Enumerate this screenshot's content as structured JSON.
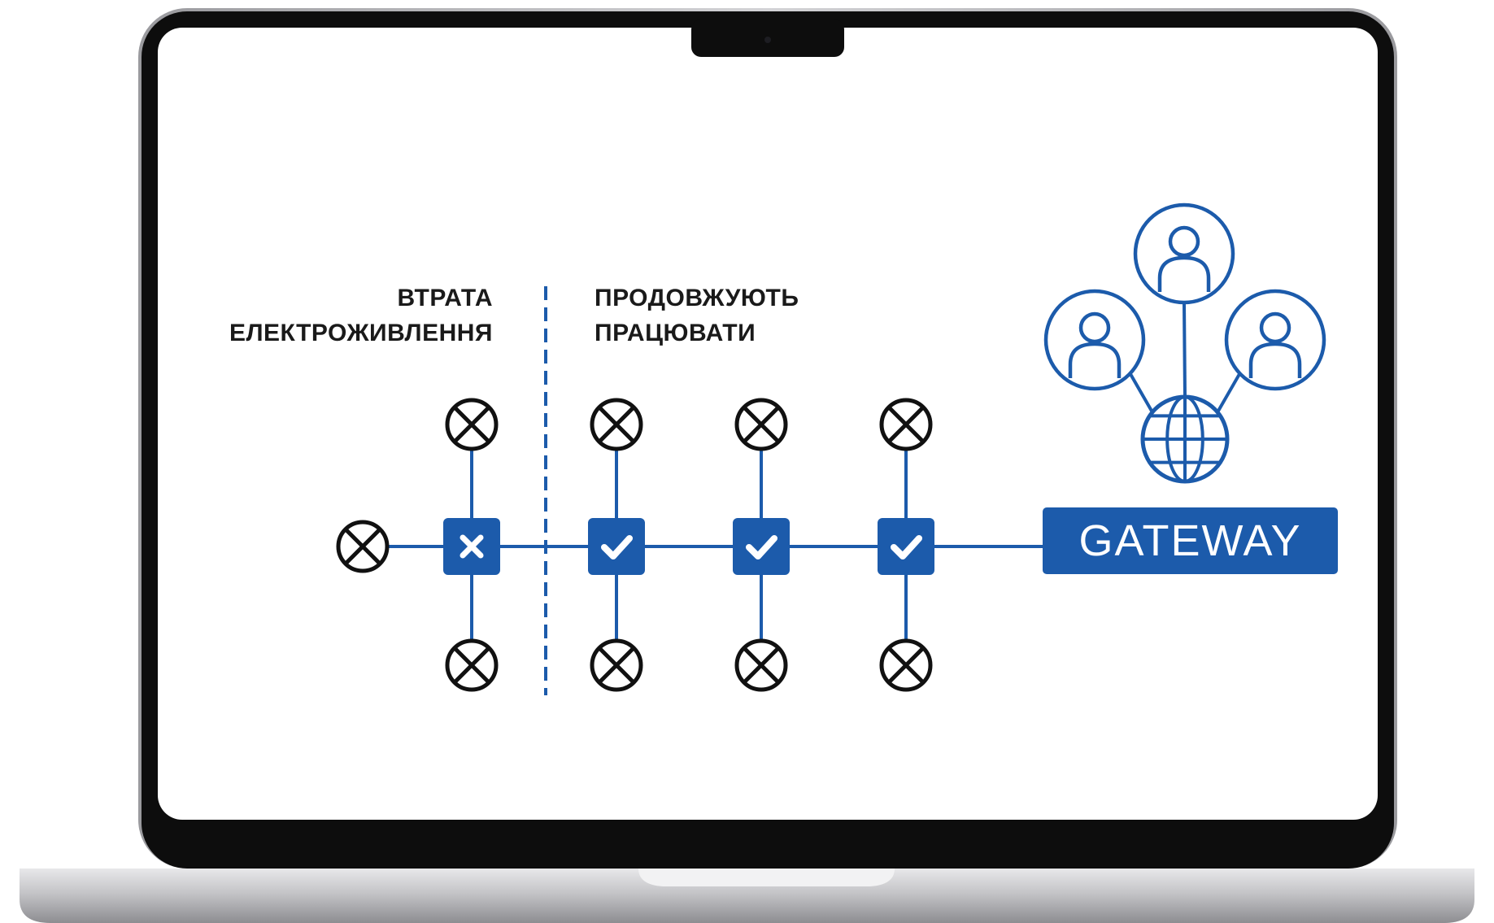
{
  "labels": {
    "power_loss": [
      "ВТРАТА",
      "ЕЛЕКТРОЖИВЛЕННЯ"
    ],
    "continue_working": [
      "ПРОДОВЖУЮТЬ",
      "ПРАЦЮВАТИ"
    ]
  },
  "gateway": {
    "label": "GATEWAY"
  },
  "nodes": [
    {
      "id": "node-1",
      "status": "failed",
      "icon": "cross-icon"
    },
    {
      "id": "node-2",
      "status": "ok",
      "icon": "check-icon"
    },
    {
      "id": "node-3",
      "status": "ok",
      "icon": "check-icon"
    },
    {
      "id": "node-4",
      "status": "ok",
      "icon": "check-icon"
    }
  ],
  "icons": {
    "lamp": "lamp-symbol-icon",
    "user": "user-icon",
    "globe": "globe-icon"
  },
  "colors": {
    "accent": "#1c5bab",
    "line": "#1c5bab",
    "lamp": "#111111",
    "bezel": "#0d0d0d",
    "screen": "#ffffff",
    "base": "#c9c9cb"
  }
}
